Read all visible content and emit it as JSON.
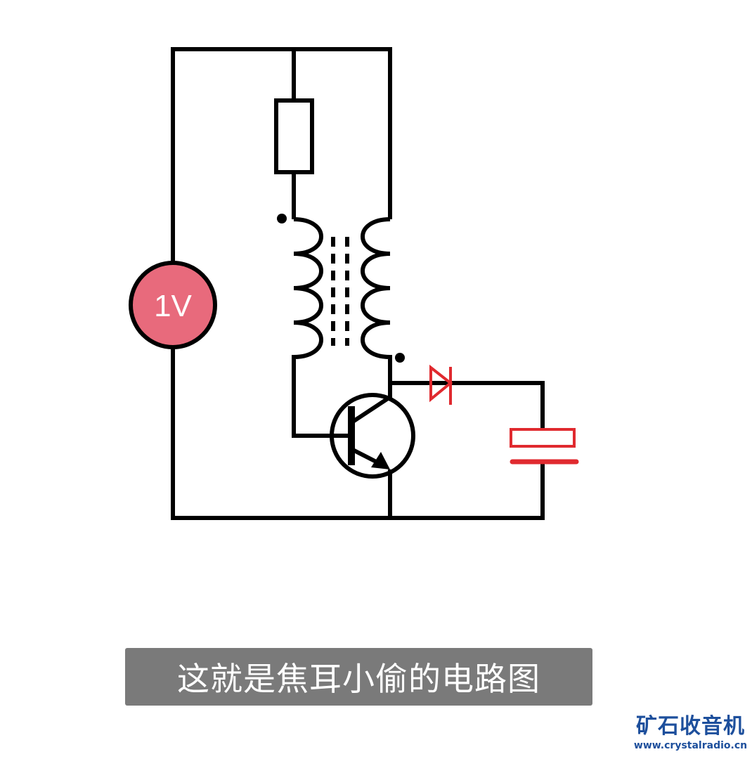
{
  "diagram": {
    "source_label": "1V",
    "colors": {
      "wire": "#000000",
      "source_fill": "#e86a7c",
      "highlight": "#e02a2f"
    }
  },
  "caption": "这就是焦耳小偷的电路图",
  "watermark": {
    "title": "矿石收音机",
    "url": "www.crystalradio.cn"
  }
}
